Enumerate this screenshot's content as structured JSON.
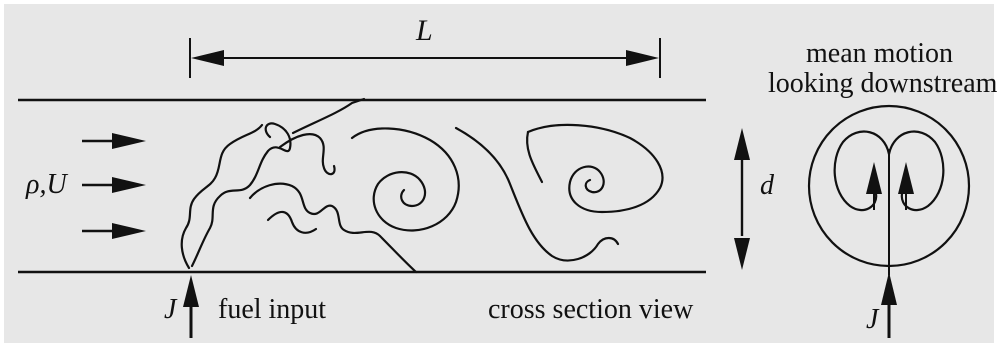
{
  "labels": {
    "length": "L",
    "diameter": "d",
    "inflow": "ρ,U",
    "jet_flux_left": "J",
    "jet_flux_right": "J",
    "fuel_input": "fuel input",
    "cross_section": "cross section view",
    "mean_motion_line1": "mean motion",
    "mean_motion_line2": "looking downstream"
  },
  "colors": {
    "background": "#e7e7e7",
    "ink": "#111111"
  }
}
